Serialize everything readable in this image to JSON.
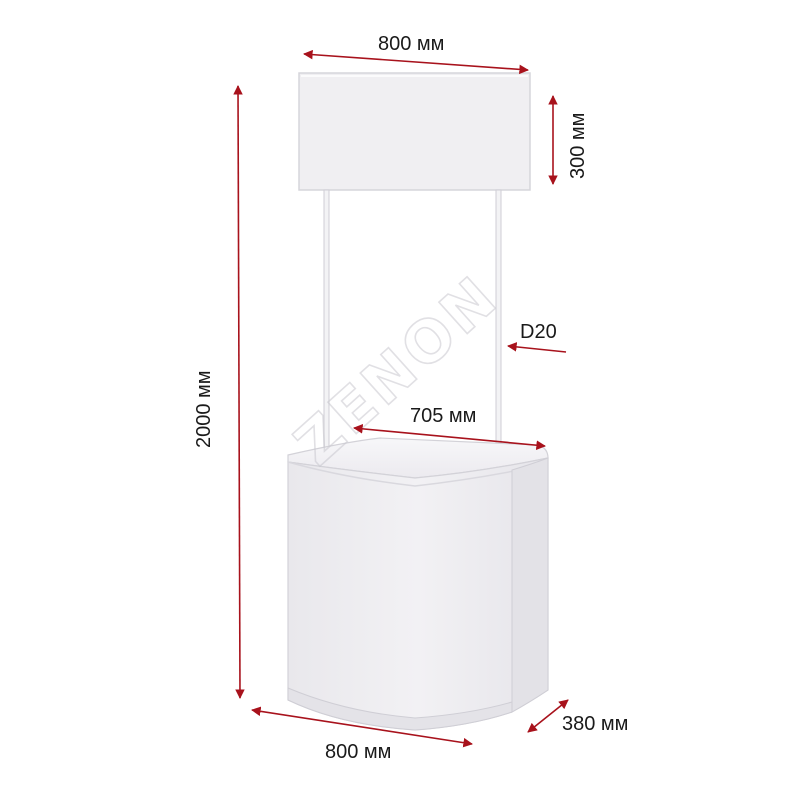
{
  "diagram": {
    "dimensions": {
      "banner_width": "800 мм",
      "banner_height": "300 мм",
      "total_height": "2000 мм",
      "pole_diameter": "D20",
      "top_width": "705 мм",
      "base_width": "800 мм",
      "depth": "380 мм"
    },
    "watermark": "ZENON",
    "colors": {
      "dimension_line": "#a8121c",
      "panel_fill": "#f1f0f3",
      "panel_stroke": "#d9d8de",
      "label_text": "#1a1a1a"
    }
  }
}
